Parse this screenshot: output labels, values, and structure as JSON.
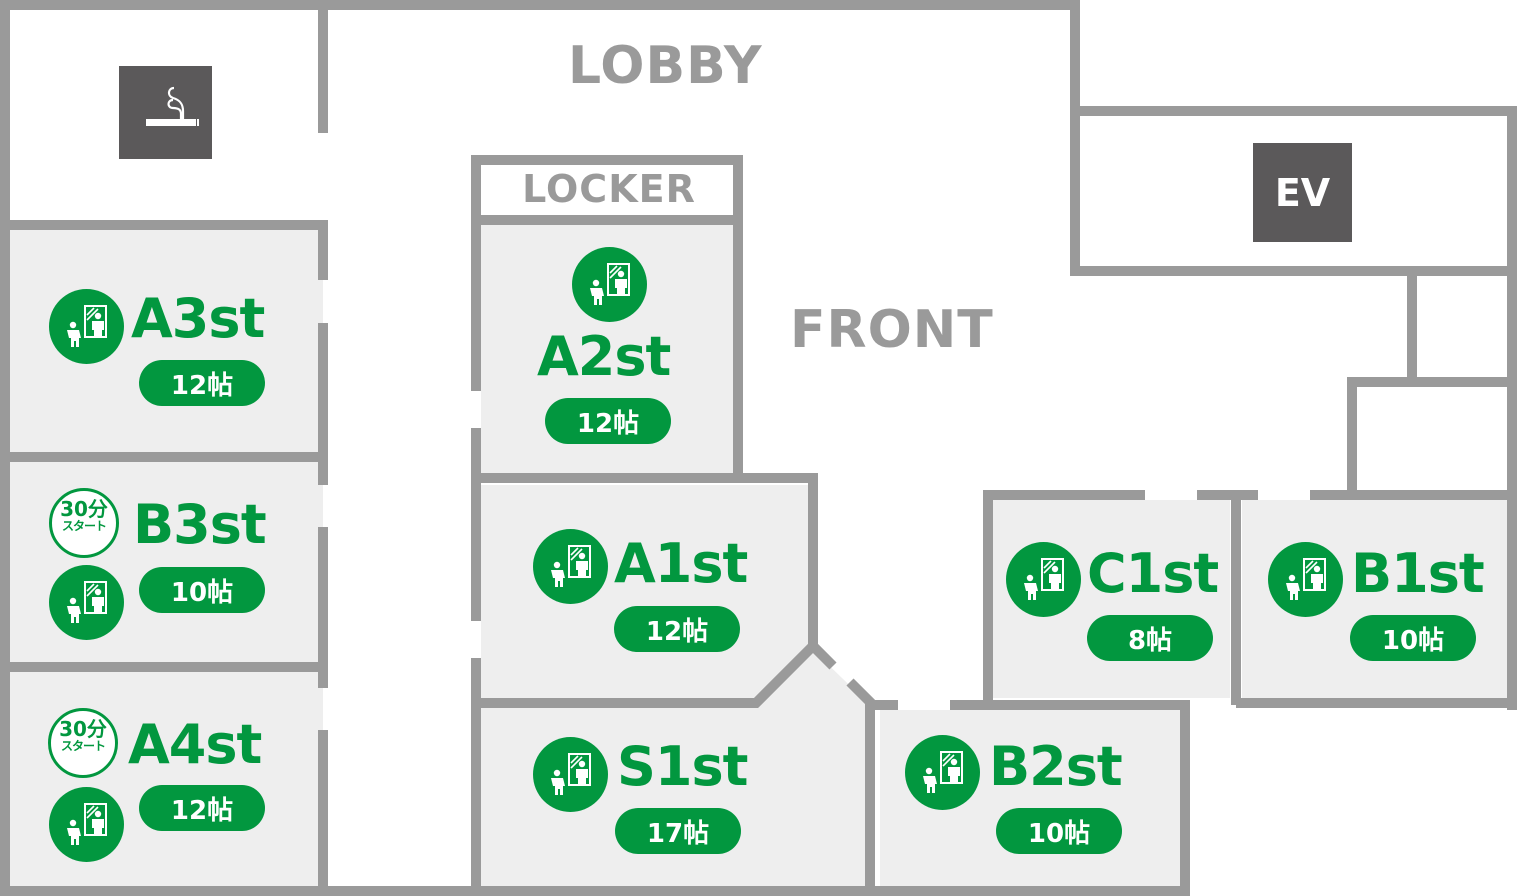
{
  "labels": {
    "lobby": "LOBBY",
    "front": "FRONT",
    "locker": "LOCKER",
    "ev": "EV"
  },
  "icons": {
    "smoking": "smoking-area-icon",
    "studio": "person-mirror-icon"
  },
  "colors": {
    "accent_green": "#02973f",
    "wall_gray": "#9a9a9a",
    "room_fill": "#eeeeee",
    "dark_box": "#5b595a"
  },
  "badge_30min": {
    "top": "30分",
    "bottom": "スタート"
  },
  "studios": [
    {
      "id": "A3",
      "name": "A3st",
      "size": "12帖",
      "start_30min": false
    },
    {
      "id": "B3",
      "name": "B3st",
      "size": "10帖",
      "start_30min": true
    },
    {
      "id": "A4",
      "name": "A4st",
      "size": "12帖",
      "start_30min": true
    },
    {
      "id": "A2",
      "name": "A2st",
      "size": "12帖",
      "start_30min": false
    },
    {
      "id": "A1",
      "name": "A1st",
      "size": "12帖",
      "start_30min": false
    },
    {
      "id": "S1",
      "name": "S1st",
      "size": "17帖",
      "start_30min": false
    },
    {
      "id": "B2",
      "name": "B2st",
      "size": "10帖",
      "start_30min": false
    },
    {
      "id": "C1",
      "name": "C1st",
      "size": "8帖",
      "start_30min": false
    },
    {
      "id": "B1",
      "name": "B1st",
      "size": "10帖",
      "start_30min": false
    }
  ]
}
